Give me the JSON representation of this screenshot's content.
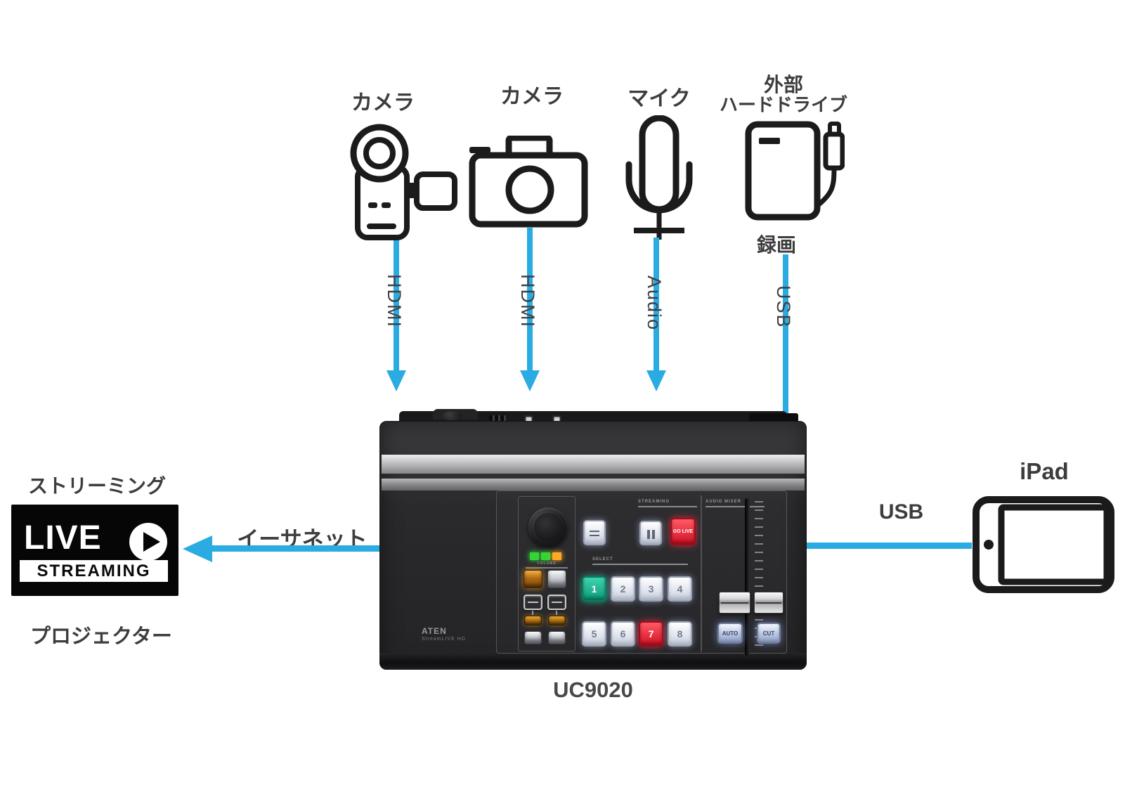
{
  "colors": {
    "arrow_blue": "#2aabe2",
    "label_gray": "#3d3d3f"
  },
  "sources": {
    "camcorder": {
      "label": "カメラ",
      "cable": "HDMI"
    },
    "camera": {
      "label": "カメラ",
      "cable": "HDMI"
    },
    "microphone": {
      "label": "マイク",
      "cable": "Audio"
    },
    "hard_drive": {
      "label_line1": "外部",
      "label_line2": "ハードドライブ",
      "caption": "録画",
      "cable": "USB"
    }
  },
  "streaming_output": {
    "title": "ストリーミング",
    "badge_live": "LIVE",
    "badge_streaming": "STREAMING",
    "subtitle": "プロジェクター",
    "cable": "イーサネット"
  },
  "ipad": {
    "label": "iPad",
    "cable": "USB"
  },
  "switcher": {
    "model": "UC9020",
    "brand": "ATEN",
    "product": "StreamLIVE HD",
    "panel": {
      "volume_section": "VOLUME",
      "streaming_section": "STREAMING",
      "select_section": "SELECT",
      "audio_section": "AUDIO MIXER",
      "go_live_button": "GO LIVE",
      "auto_button": "AUTO",
      "cut_button": "CUT",
      "select_buttons": [
        "1",
        "2",
        "3",
        "4",
        "5",
        "6",
        "7",
        "8"
      ]
    }
  }
}
